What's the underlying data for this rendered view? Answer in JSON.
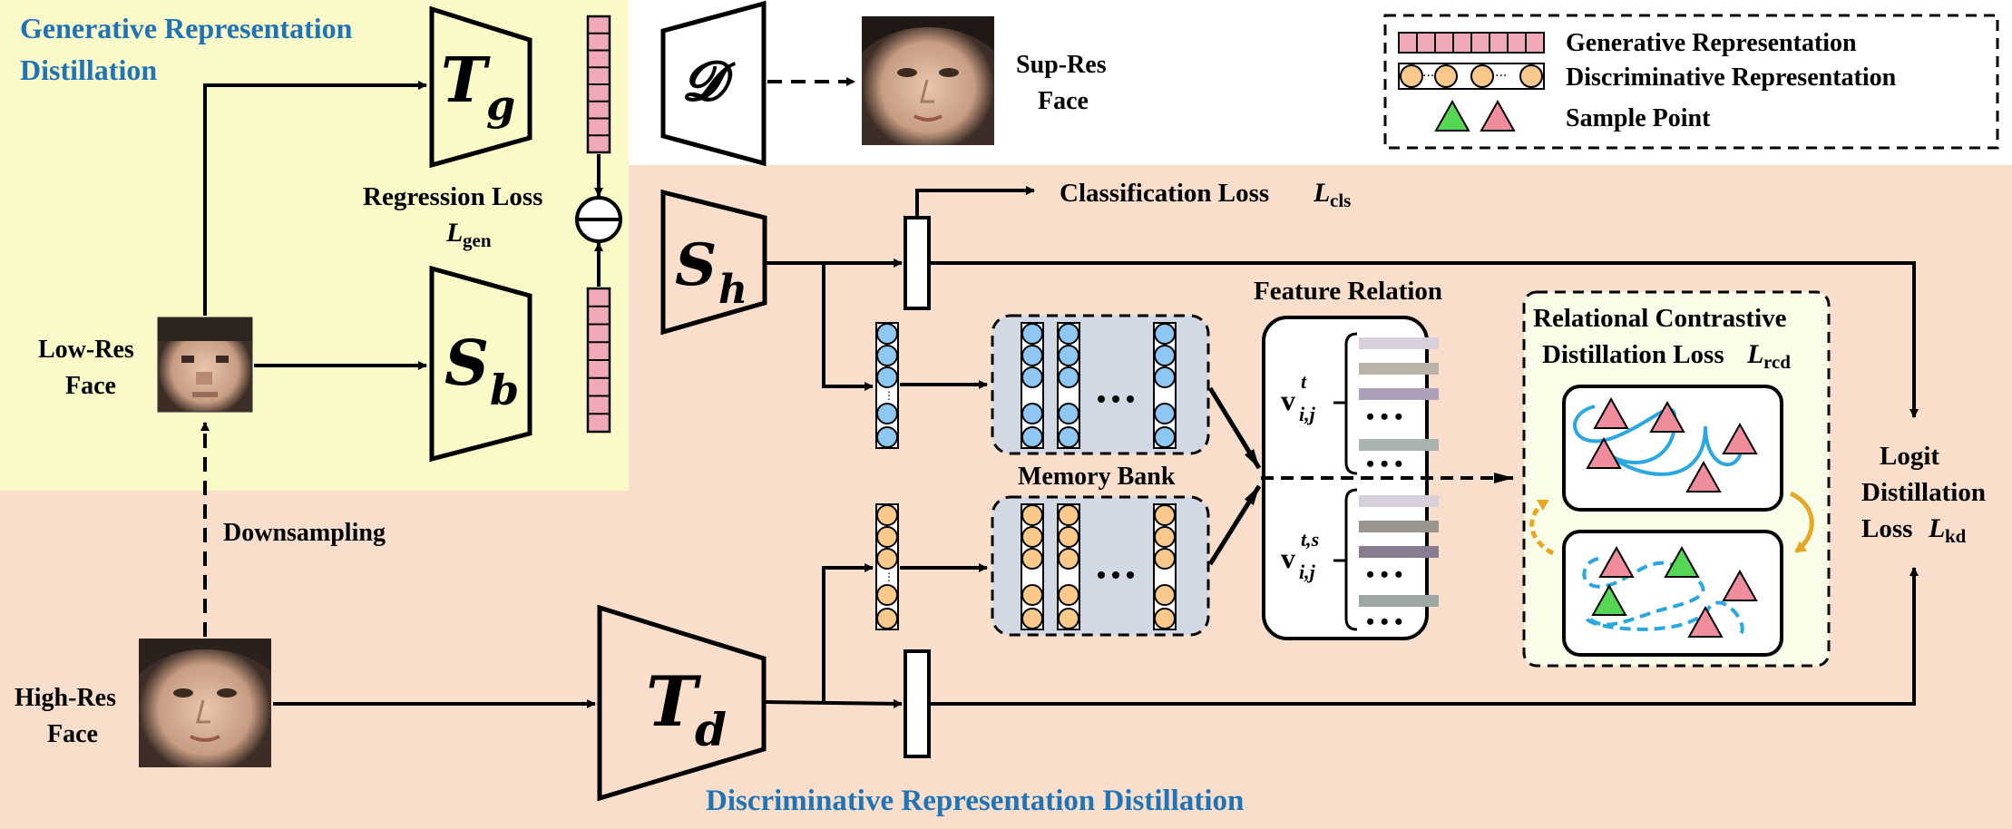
{
  "regions": {
    "generative_title_line1": "Generative Representation",
    "generative_title_line2": "Distillation",
    "discriminative_title": "Discriminative Representation Distillation"
  },
  "legend": {
    "generative": "Generative Representation",
    "discriminative": "Discriminative Representation",
    "sample_point": "Sample Point"
  },
  "networks": {
    "Tg": {
      "main": "T",
      "sub": "g"
    },
    "Sb": {
      "main": "S",
      "sub": "b"
    },
    "Sh": {
      "main": "S",
      "sub": "h"
    },
    "Td": {
      "main": "T",
      "sub": "d"
    },
    "D": {
      "main": "𝓓"
    }
  },
  "faces": {
    "low_res_line1": "Low-Res",
    "low_res_line2": "Face",
    "high_res_line1": "High-Res",
    "high_res_line2": "Face",
    "sup_res_line1": "Sup-Res",
    "sup_res_line2": "Face"
  },
  "operations": {
    "downsampling": "Downsampling",
    "memory_bank": "Memory Bank",
    "feature_relation": "Feature Relation",
    "minus_symbol": "⊖"
  },
  "losses": {
    "regression_line1": "Regression Loss",
    "regression_symbol": "L",
    "regression_sub": "gen",
    "classification_text": "Classification Loss ",
    "classification_symbol": "L",
    "classification_sub": "cls",
    "rcd_line1": "Relational Contrastive",
    "rcd_line2": "Distillation Loss ",
    "rcd_symbol": "L",
    "rcd_sub": "rcd",
    "logit_line1": "Logit",
    "logit_line2": "Distillation",
    "logit_line3": "Loss ",
    "logit_symbol": "L",
    "logit_sub": "kd"
  },
  "relation_vectors": {
    "teacher": {
      "base": "v",
      "sup": "t",
      "sub": "i,j"
    },
    "cross": {
      "base": "v",
      "sup": "t,s",
      "sub": "i,j"
    },
    "ellipsis": "• • •"
  },
  "colors": {
    "generative_bg": "#fafac8",
    "discriminative_bg": "#f9dfcb",
    "pink_cell": "#f2a9b7",
    "blue_node": "#8ec8f2",
    "orange_node": "#f9c98c",
    "memory_bank_bg": "#d3d9e4",
    "region_title": "#1f73b7",
    "pink_triangle": "#ef8d9d",
    "green_triangle": "#55d655",
    "curve_blue": "#29a7e0",
    "curve_arrow": "#e6a823"
  }
}
